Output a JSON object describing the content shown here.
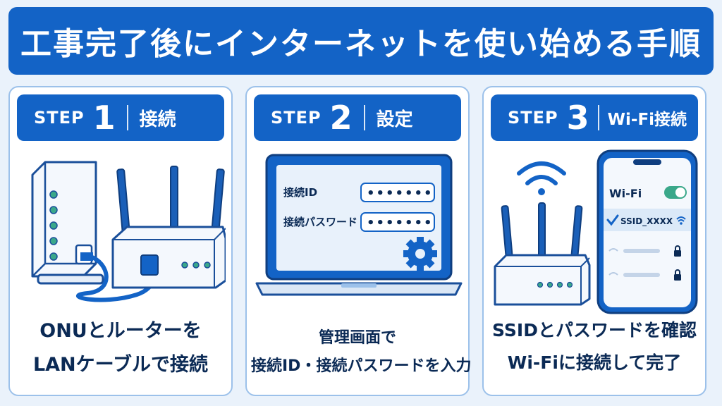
{
  "title": "工事完了後にインターネットを使い始める手順",
  "colors": {
    "primary": "#1363c6",
    "card_border": "#9cc1ea",
    "text_dark": "#0b2a55",
    "led_green": "#3aa88a"
  },
  "steps": [
    {
      "label": "STEP",
      "number": "1",
      "name": "接続",
      "icons": [
        "onu-device-icon",
        "router-icon",
        "lan-cable-icon"
      ],
      "caption": [
        "ONUとルーターを",
        "LANケーブルで接続"
      ]
    },
    {
      "label": "STEP",
      "number": "2",
      "name": "設定",
      "icons": [
        "laptop-icon",
        "gear-icon"
      ],
      "form": {
        "id_label": "接続ID",
        "id_value": "•••••••",
        "password_label": "接続パスワード",
        "password_value": "•••••••"
      },
      "caption": [
        "管理画面で",
        "接続ID・接続パスワードを入力"
      ]
    },
    {
      "label": "STEP",
      "number": "3",
      "name": "Wi-Fi接続",
      "icons": [
        "wifi-signal-icon",
        "router-icon",
        "smartphone-icon",
        "lock-icon"
      ],
      "phone": {
        "wifi_label": "Wi-Fi",
        "wifi_enabled": true,
        "network_selected": "SSID_XXXX"
      },
      "caption": [
        "SSIDとパスワードを確認",
        "Wi-Fiに接続して完了"
      ]
    }
  ]
}
